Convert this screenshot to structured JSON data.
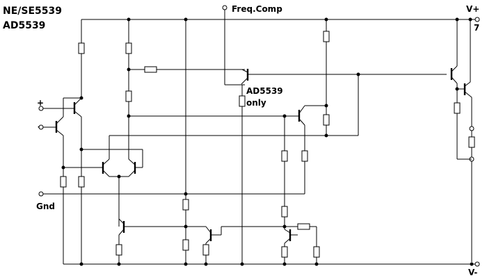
{
  "title_line1": "NE/SE5539",
  "title_line2": "AD5539",
  "pins": {
    "freq_comp": "Freq.Comp",
    "v_plus": "V+",
    "v_plus_num": "7",
    "v_minus": "V-",
    "gnd": "Gnd",
    "plus": "+",
    "minus": "-"
  },
  "note_line1": "AD5539",
  "note_line2": "only"
}
